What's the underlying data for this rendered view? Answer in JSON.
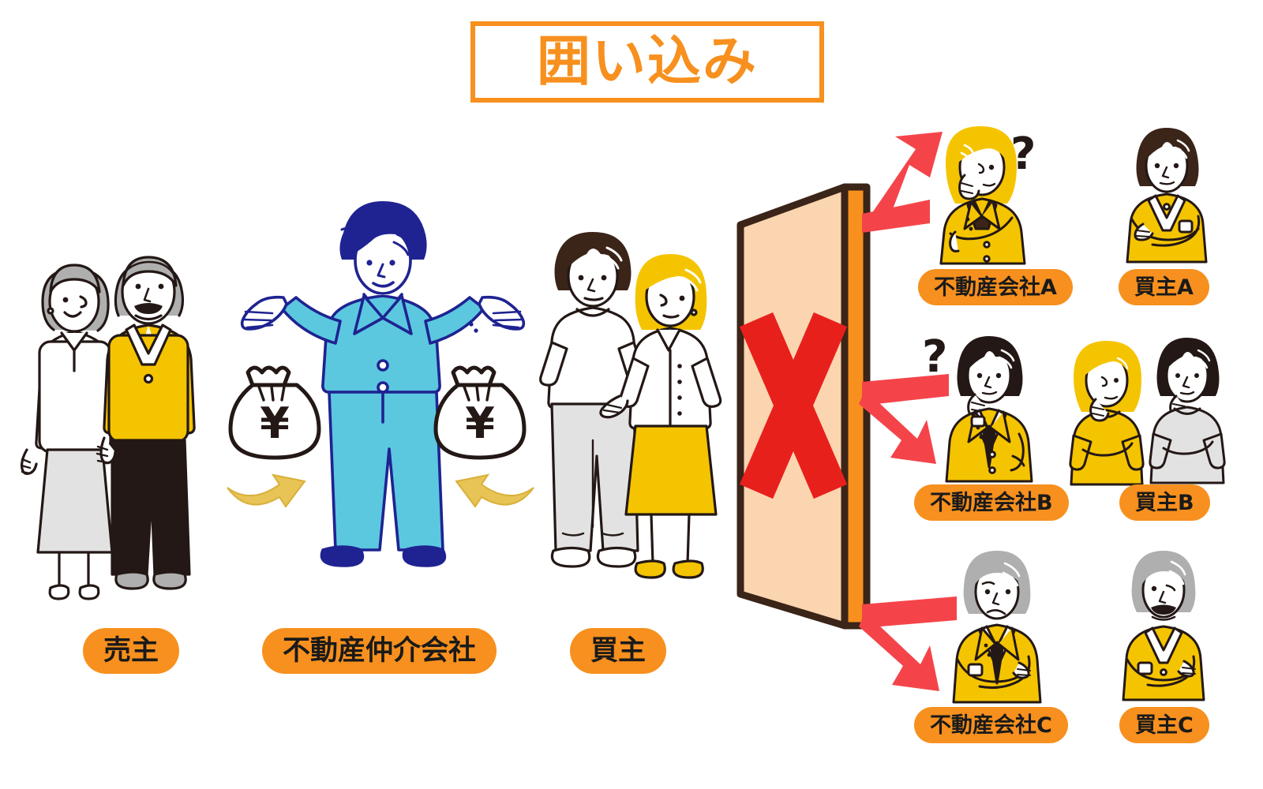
{
  "title": {
    "text": "囲い込み"
  },
  "left_group": {
    "seller_label": "売主",
    "broker_label": "不動産仲介会社",
    "buyer_label": "買主",
    "money_symbol": "¥"
  },
  "barrier": {
    "mark": "X",
    "face_color": "#FBD5B0",
    "edge_color": "#F7901E",
    "outline_color": "#3B2418",
    "x_color": "#E8201C"
  },
  "blocked_rows": [
    {
      "company_label": "不動産会社A",
      "buyer_label": "買主A",
      "question_mark": "?",
      "arrow_direction": "up-right"
    },
    {
      "company_label": "不動産会社B",
      "buyer_label": "買主B",
      "question_mark": "?",
      "arrow_direction": "down-right"
    },
    {
      "company_label": "不動産会社C",
      "buyer_label": "買主C",
      "question_mark": "",
      "arrow_direction": "down-right"
    }
  ],
  "colors": {
    "accent_orange": "#F7901E",
    "yellow": "#F5C400",
    "broker_cyan": "#5BC8E0",
    "broker_navy": "#1F2391",
    "arrow_red": "#F4444A",
    "gold_arrow": "#E8C356",
    "line_dark": "#231815",
    "gray_light": "#E2E2E2",
    "gray_mid": "#AFAFAF"
  }
}
